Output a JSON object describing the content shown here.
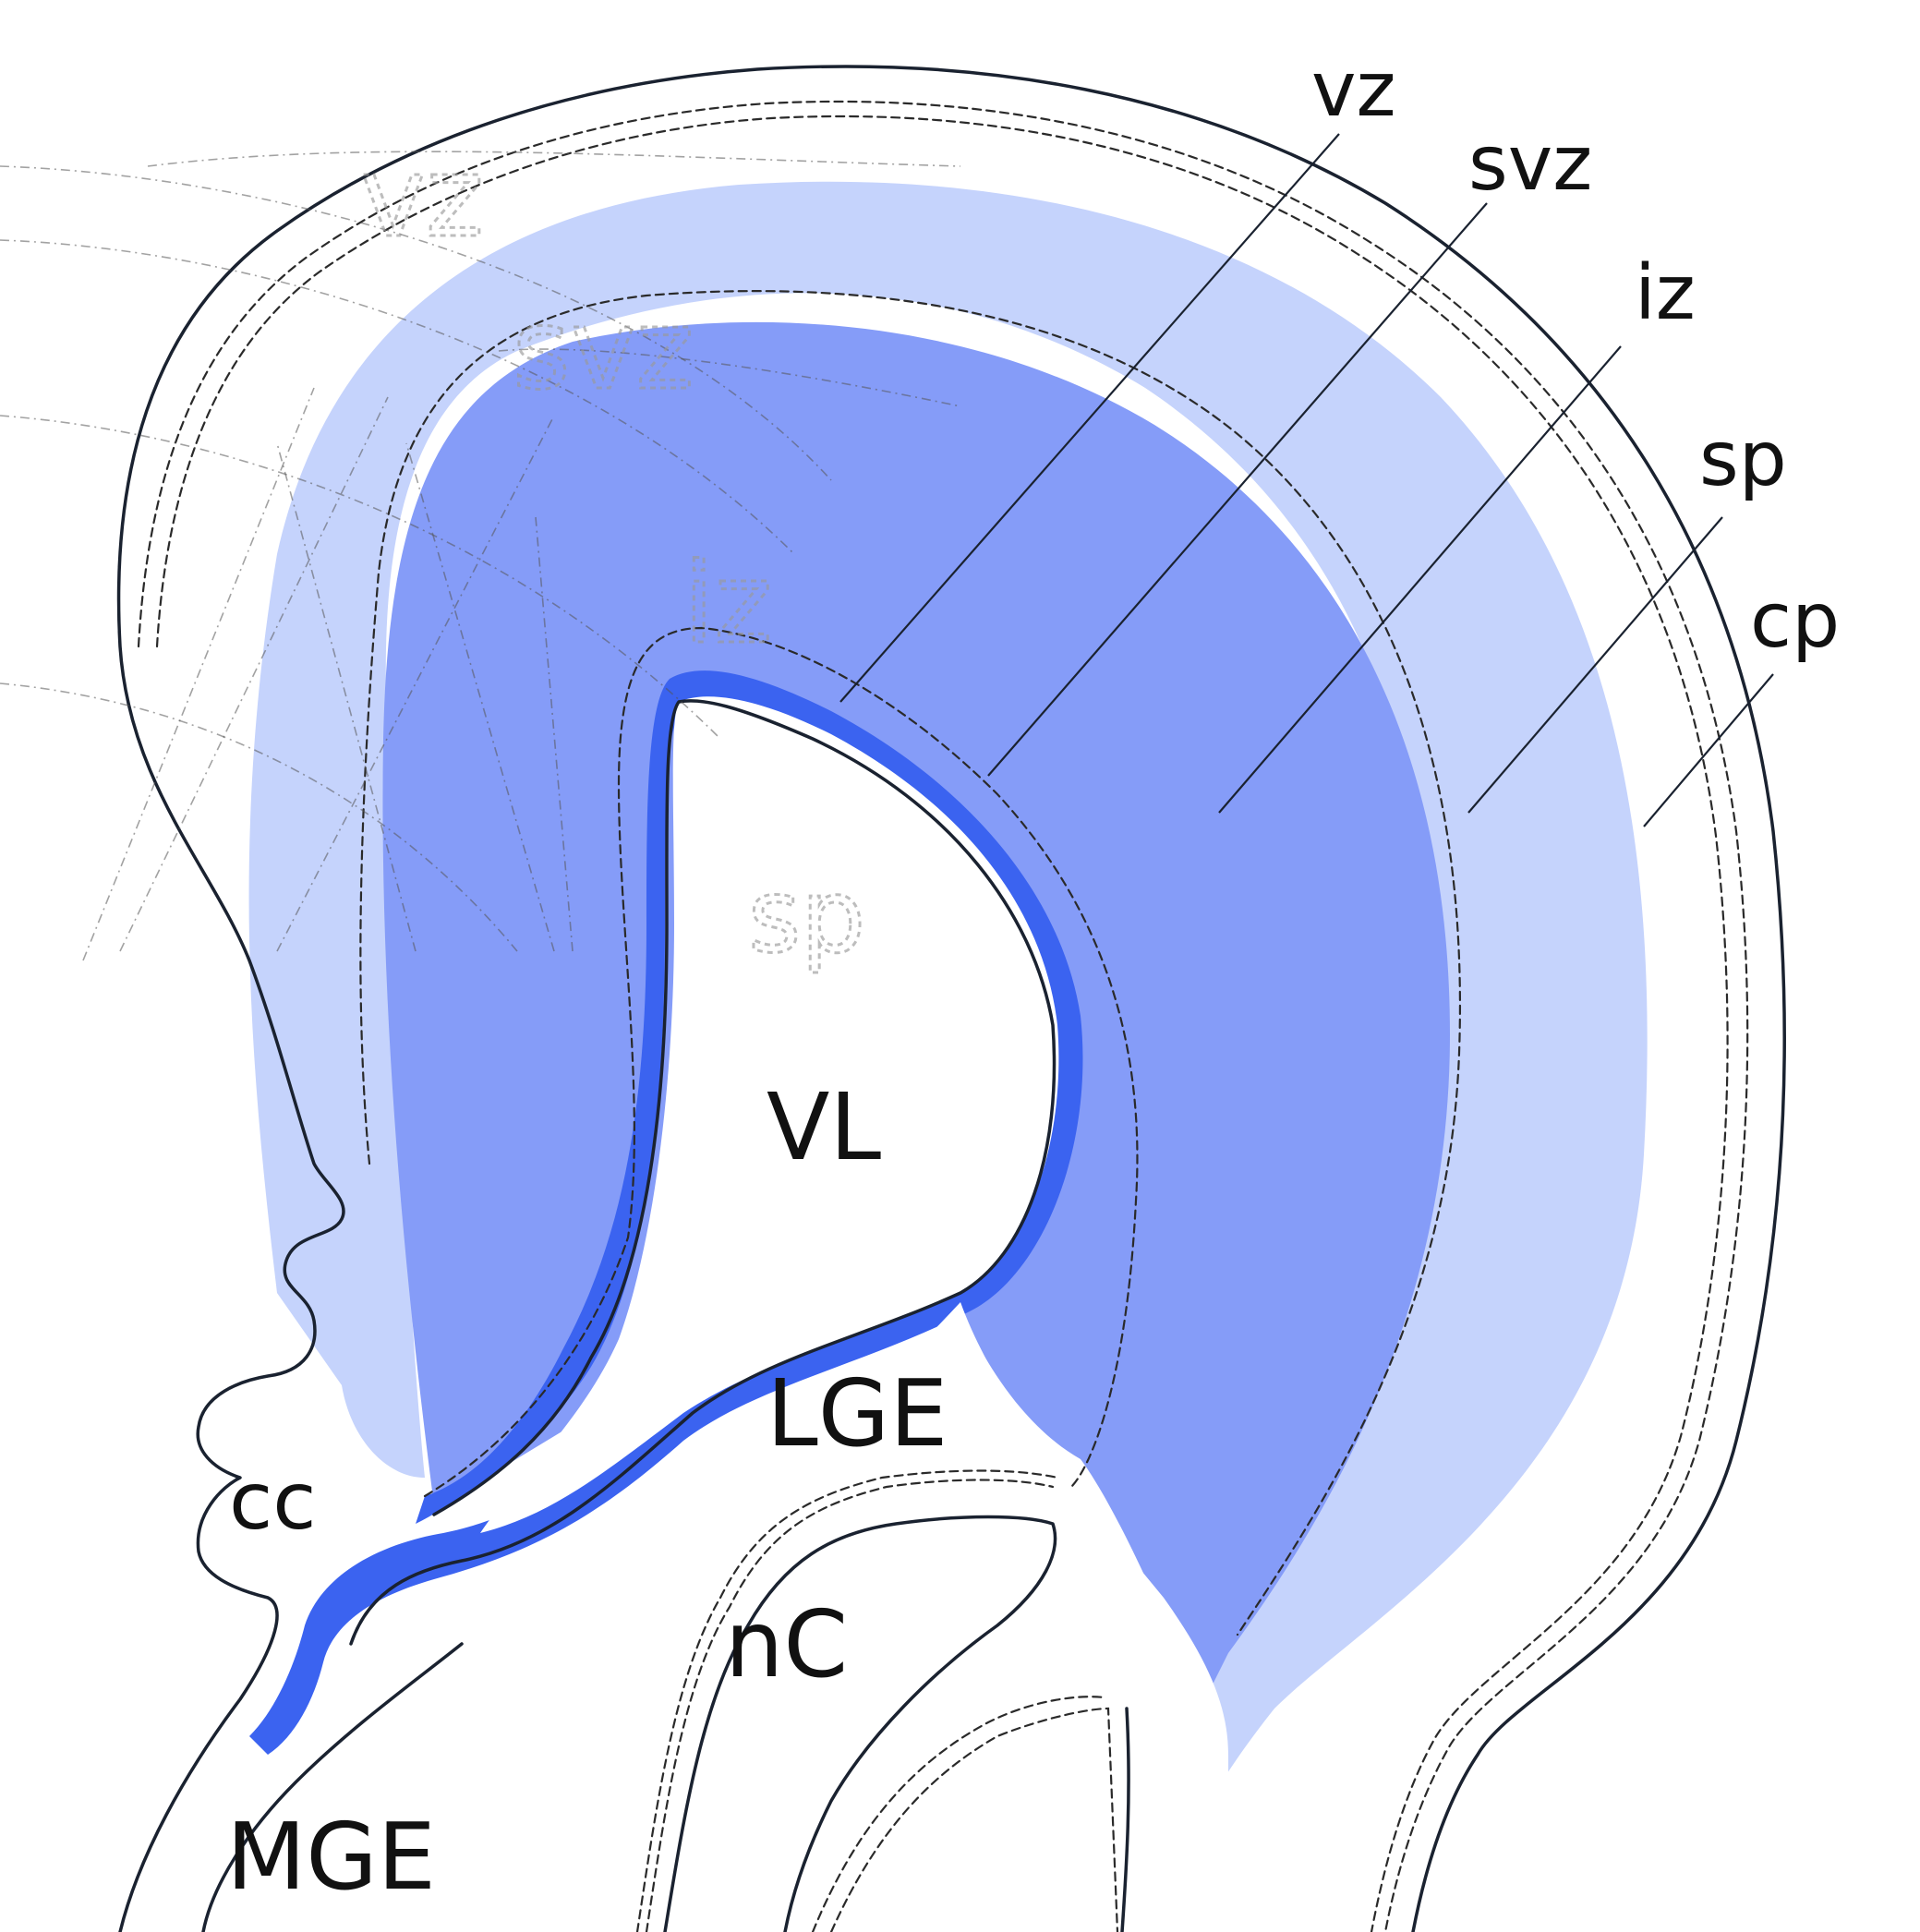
{
  "colors": {
    "cp_band": "#c5d3fc",
    "iz_band": "#859cf8",
    "vz_band": "#3b63f0",
    "outline": "#1a2230",
    "background": "#ffffff"
  },
  "zone_labels": [
    {
      "key": "vz",
      "text": "vz"
    },
    {
      "key": "svz",
      "text": "svz"
    },
    {
      "key": "iz",
      "text": "iz"
    },
    {
      "key": "sp",
      "text": "sp"
    },
    {
      "key": "cp",
      "text": "cp"
    }
  ],
  "region_labels": {
    "vl": "VL",
    "lge": "LGE",
    "cc": "cc",
    "nc": "nC",
    "mge": "MGE"
  },
  "ghost_labels": {
    "vz": "vz",
    "svz": "svz",
    "iz": "iz",
    "sp": "sp"
  }
}
